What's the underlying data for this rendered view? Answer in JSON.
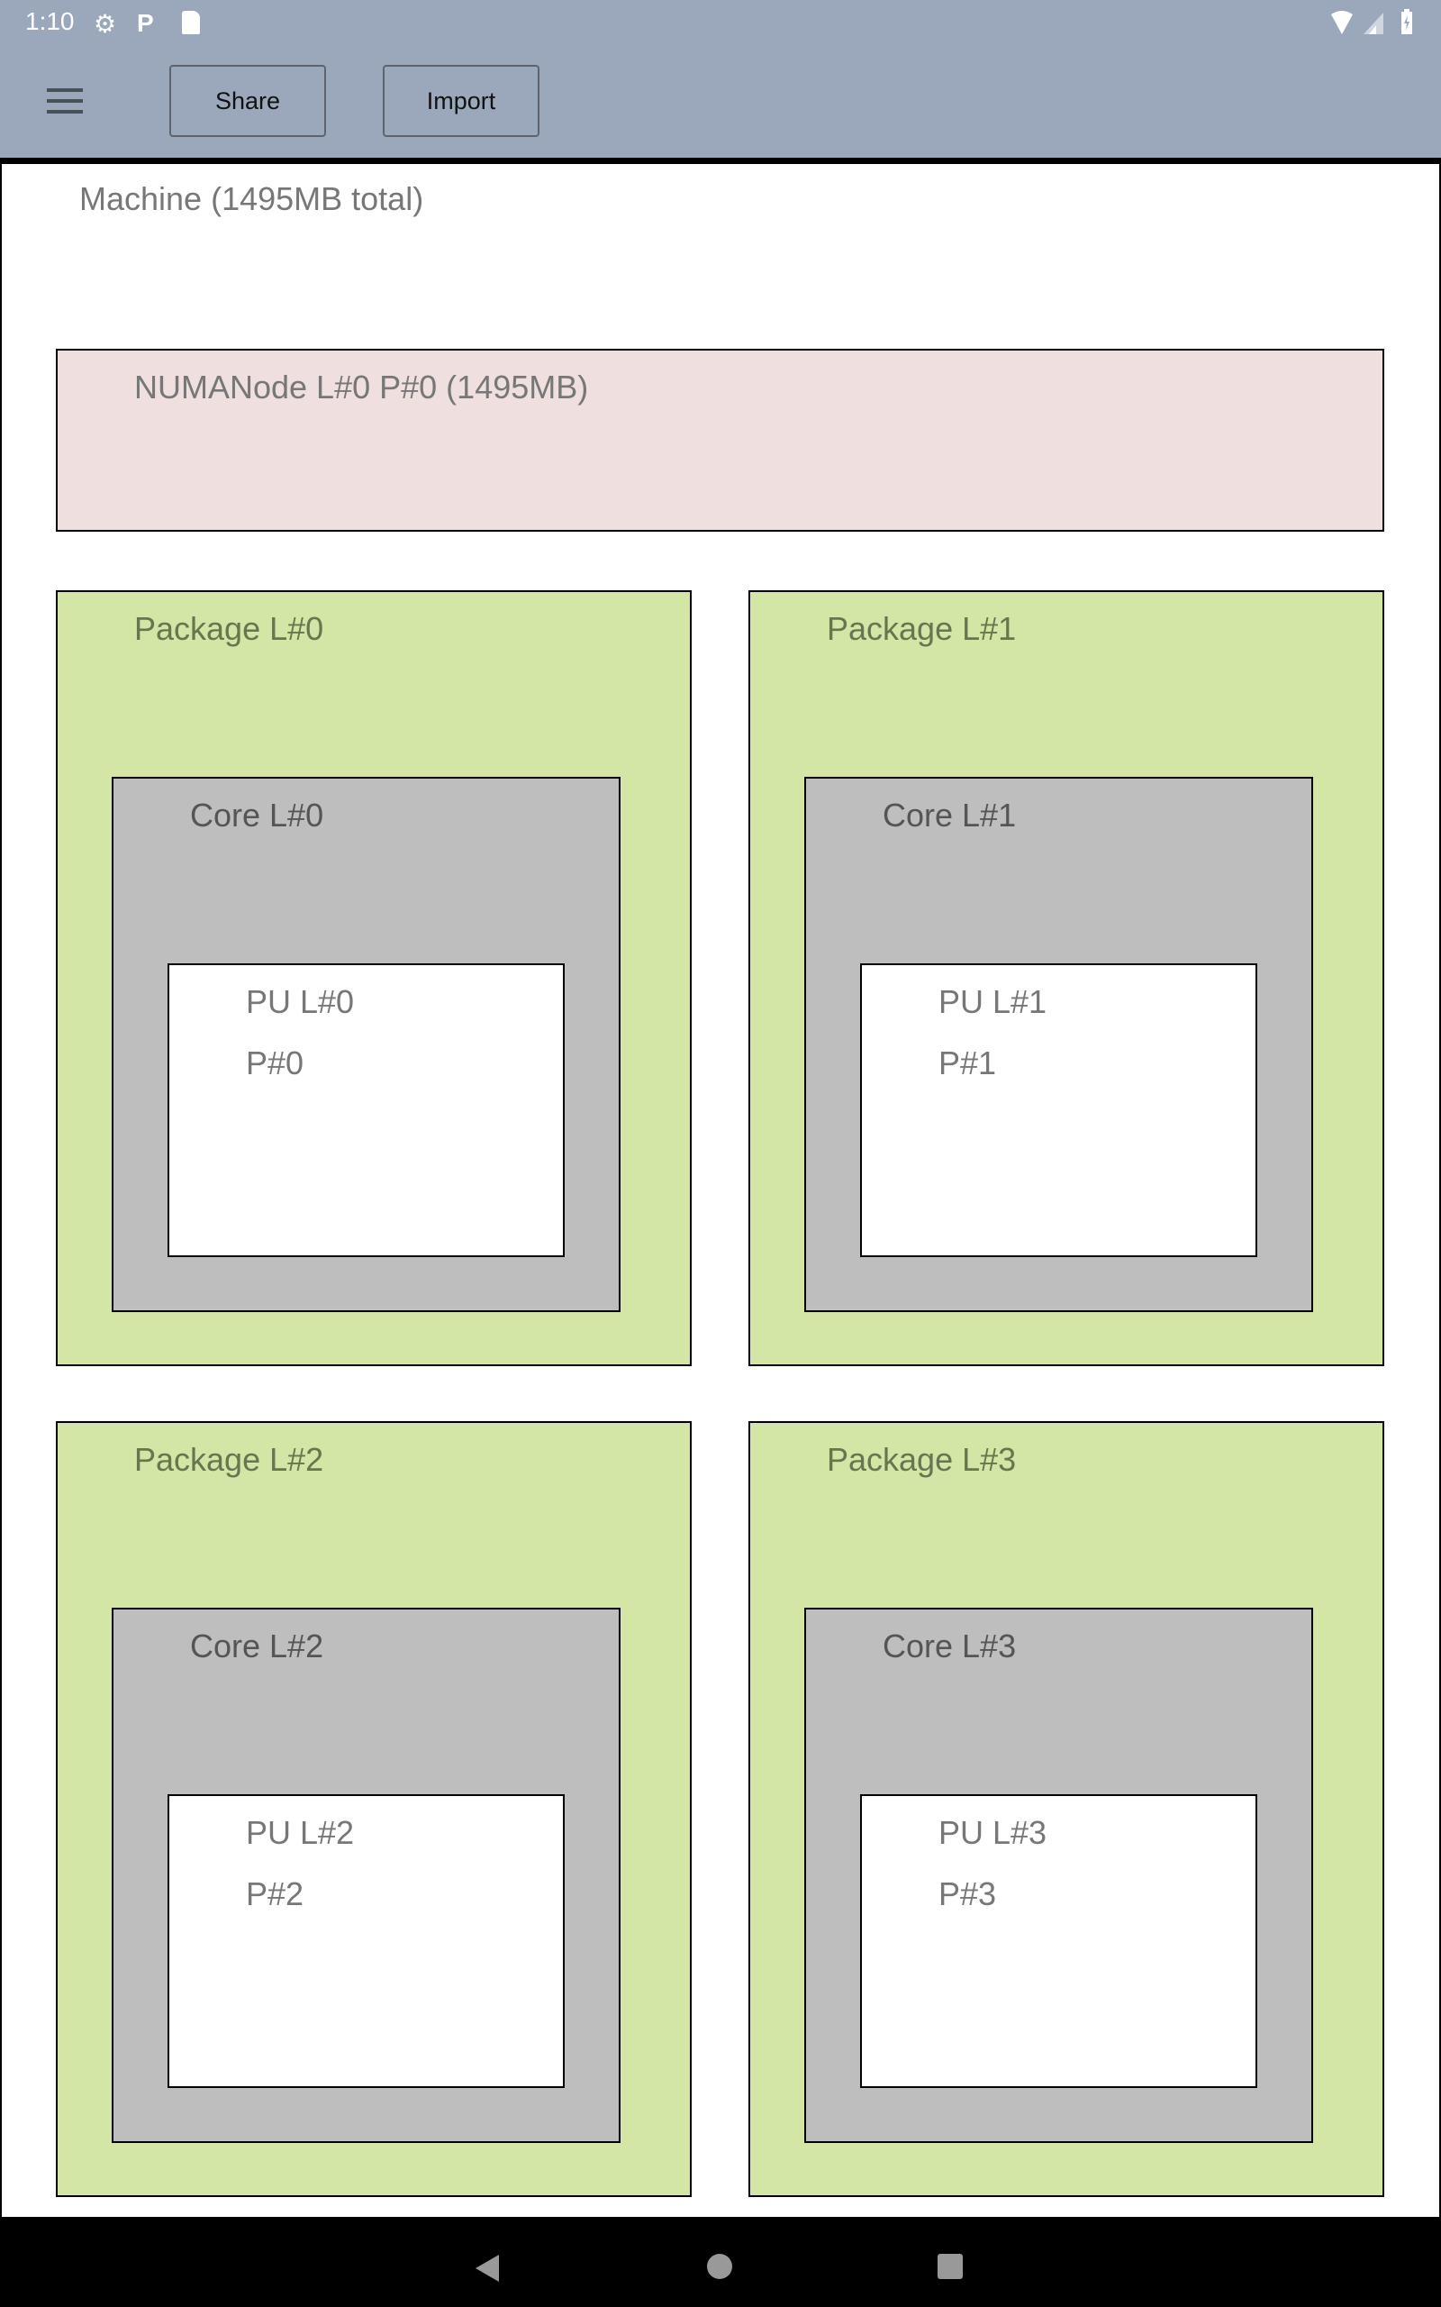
{
  "status_bar": {
    "time": "1:10",
    "left_icons": [
      "gear-icon",
      "parking-icon",
      "sd-card-icon"
    ],
    "right_icons": [
      "wifi-icon",
      "signal-icon",
      "battery-charging-icon"
    ]
  },
  "toolbar": {
    "share_label": "Share",
    "import_label": "Import"
  },
  "machine": {
    "label": "Machine (1495MB total)"
  },
  "numa": {
    "label": "NUMANode L#0 P#0 (1495MB)"
  },
  "packages": [
    {
      "label": "Package L#0",
      "core": "Core L#0",
      "pu": "PU L#0",
      "p": "P#0"
    },
    {
      "label": "Package L#1",
      "core": "Core L#1",
      "pu": "PU L#1",
      "p": "P#1"
    },
    {
      "label": "Package L#2",
      "core": "Core L#2",
      "pu": "PU L#2",
      "p": "P#2"
    },
    {
      "label": "Package L#3",
      "core": "Core L#3",
      "pu": "PU L#3",
      "p": "P#3"
    }
  ],
  "colors": {
    "toolbar": "#9BA8BC",
    "numa": "#EFDFDF",
    "package": "#D3E6A6",
    "core": "#BEBEBE",
    "pu": "#FFFFFF"
  }
}
